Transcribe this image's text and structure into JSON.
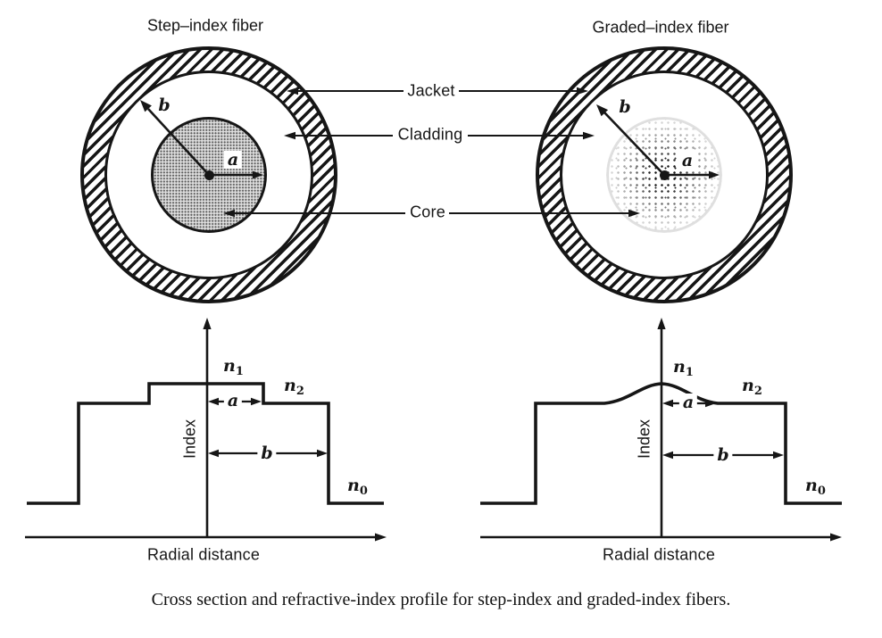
{
  "cross_sections": {
    "step": {
      "title": "Step–index fiber",
      "outer_radius_label": "b",
      "core_radius_label": "a"
    },
    "graded": {
      "title": "Graded–index fiber",
      "outer_radius_label": "b",
      "core_radius_label": "a"
    }
  },
  "layer_labels": {
    "jacket": "Jacket",
    "cladding": "Cladding",
    "core": "Core"
  },
  "profiles": {
    "step": {
      "ylabel": "Index",
      "xlabel": "Radial distance",
      "n1": {
        "base": "n",
        "sub": "1"
      },
      "n2": {
        "base": "n",
        "sub": "2"
      },
      "n0": {
        "base": "n",
        "sub": "0"
      },
      "core_radius_label": "a",
      "outer_radius_label": "b"
    },
    "graded": {
      "ylabel": "Index",
      "xlabel": "Radial distance",
      "n1": {
        "base": "n",
        "sub": "1"
      },
      "n2": {
        "base": "n",
        "sub": "2"
      },
      "n0": {
        "base": "n",
        "sub": "0"
      },
      "core_radius_label": "a",
      "outer_radius_label": "b"
    }
  },
  "caption": "Cross section and refractive-index profile for step-index and graded-index fibers.",
  "colors": {
    "ink": "#161616",
    "core_halftone": "#e0e0e0",
    "background": "#ffffff"
  },
  "chart_data": [
    {
      "type": "line",
      "title": "Step-index fiber refractive-index profile",
      "xlabel": "Radial distance",
      "ylabel": "Index",
      "annotations": [
        "n1",
        "n2",
        "n0",
        "a",
        "b"
      ],
      "shape": "piecewise-constant profile: index n0 outside radius b, step up to n2 for a<|r|<b, step up to n1 (flat plateau) for |r|<a",
      "levels_order": "n0 < n2 < n1",
      "grid": false,
      "legend": false
    },
    {
      "type": "line",
      "title": "Graded-index fiber refractive-index profile",
      "xlabel": "Radial distance",
      "ylabel": "Index",
      "annotations": [
        "n1",
        "n2",
        "n0",
        "a",
        "b"
      ],
      "shape": "index n0 outside radius b, step up to n2 for a<|r|<b, smooth graded dome within |r|<a peaking at n1 on the axis",
      "levels_order": "n0 < n2 < n1",
      "grid": false,
      "legend": false
    }
  ]
}
